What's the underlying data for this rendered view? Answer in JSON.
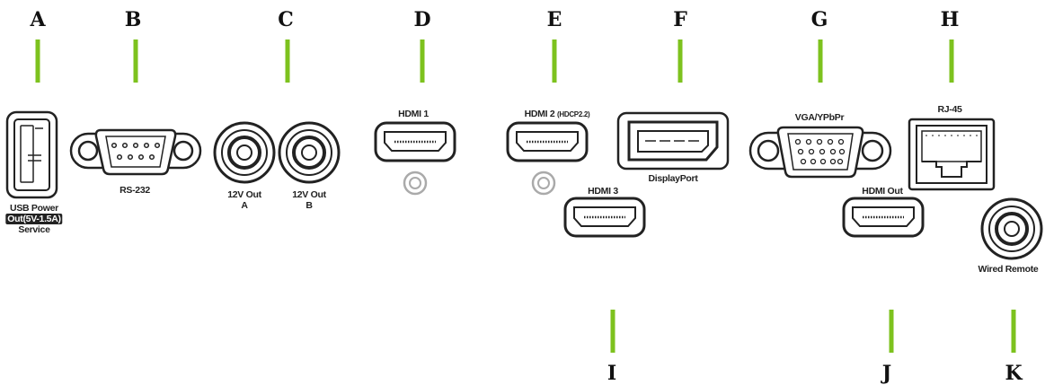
{
  "letters": {
    "a": "A",
    "b": "B",
    "c": "C",
    "d": "D",
    "e": "E",
    "f": "F",
    "g": "G",
    "h": "H",
    "i": "I",
    "j": "J",
    "k": "K"
  },
  "labels": {
    "usb_line1": "USB Power",
    "usb_line2": "Out(5V-1.5A)",
    "usb_line3": "Service",
    "rs232": "RS-232",
    "out_a_line1": "12V Out",
    "out_a_line2": "A",
    "out_b_line1": "12V Out",
    "out_b_line2": "B",
    "hdmi1": "HDMI 1",
    "hdmi2": "HDMI 2",
    "hdmi2_note": "(HDCP2.2)",
    "hdmi3": "HDMI 3",
    "displayport": "DisplayPort",
    "vga": "VGA/YPbPr",
    "rj45": "RJ-45",
    "hdmi_out": "HDMI Out",
    "wired_remote": "Wired Remote"
  },
  "colors": {
    "leader": "#7dc21e",
    "port_outline": "#222222"
  }
}
